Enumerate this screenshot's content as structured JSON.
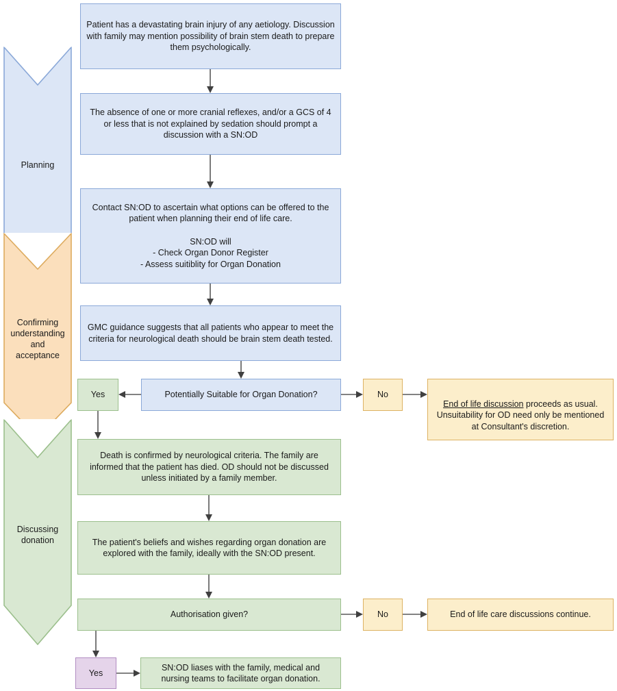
{
  "diagram": {
    "title": "Organ donation pathway flowchart",
    "colors": {
      "blue_fill": "#dce6f6",
      "blue_stroke": "#8aa8d8",
      "green_fill": "#d9e8d2",
      "green_stroke": "#9bbf8c",
      "yellow_fill": "#fceecb",
      "yellow_stroke": "#ddb262",
      "purple_fill": "#e5d4ea",
      "purple_stroke": "#b18cc2",
      "edge": "#595959",
      "background": "#ffffff"
    }
  },
  "bands": [
    {
      "id": "planning",
      "label": "Planning",
      "color": "blue"
    },
    {
      "id": "confirming",
      "label": "Confirming\nunderstanding\nand\nacceptance",
      "color": "orange"
    },
    {
      "id": "discussing",
      "label": "Discussing\ndonation",
      "color": "green"
    }
  ],
  "nodes": {
    "step1": "Patient has a devastating brain injury of any aetiology. Discussion with family may mention possibility of brain stem death to prepare them psychologically.",
    "step2": "The absence of one or more cranial reflexes, and/or a GCS of 4 or less that is not explained by sedation should prompt a discussion with a SN:OD",
    "step3_line1": "Contact SN:OD to ascertain what options can be offered to the patient when planning their end of life care.",
    "step3_line2": "SN:OD will\n- Check Organ Donor Register\n- Assess suitiblity for Organ Donation",
    "step4": "GMC guidance suggests that all patients who appear to meet the criteria for neurological death should be brain stem death tested.",
    "decision1": "Potentially Suitable for Organ Donation?",
    "decision1_yes": "Yes",
    "decision1_no": "No",
    "no_outcome1_underlined": "End of life discussion",
    "no_outcome1_rest": " proceeds as usual. Unsuitability for OD need only be mentioned at Consultant's discretion.",
    "step5": "Death is confirmed by neurological criteria. The family are informed that the patient has died. OD should not be discussed unless initiated by a family member.",
    "step6": "The patient's beliefs and wishes regarding organ donation are explored with the family, ideally with the SN:OD present.",
    "decision2": "Authorisation given?",
    "decision2_no": "No",
    "no_outcome2": "End of life care discussions continue.",
    "decision2_yes": "Yes",
    "final": "SN:OD liases with the family, medical and nursing teams to facilitate organ donation."
  }
}
